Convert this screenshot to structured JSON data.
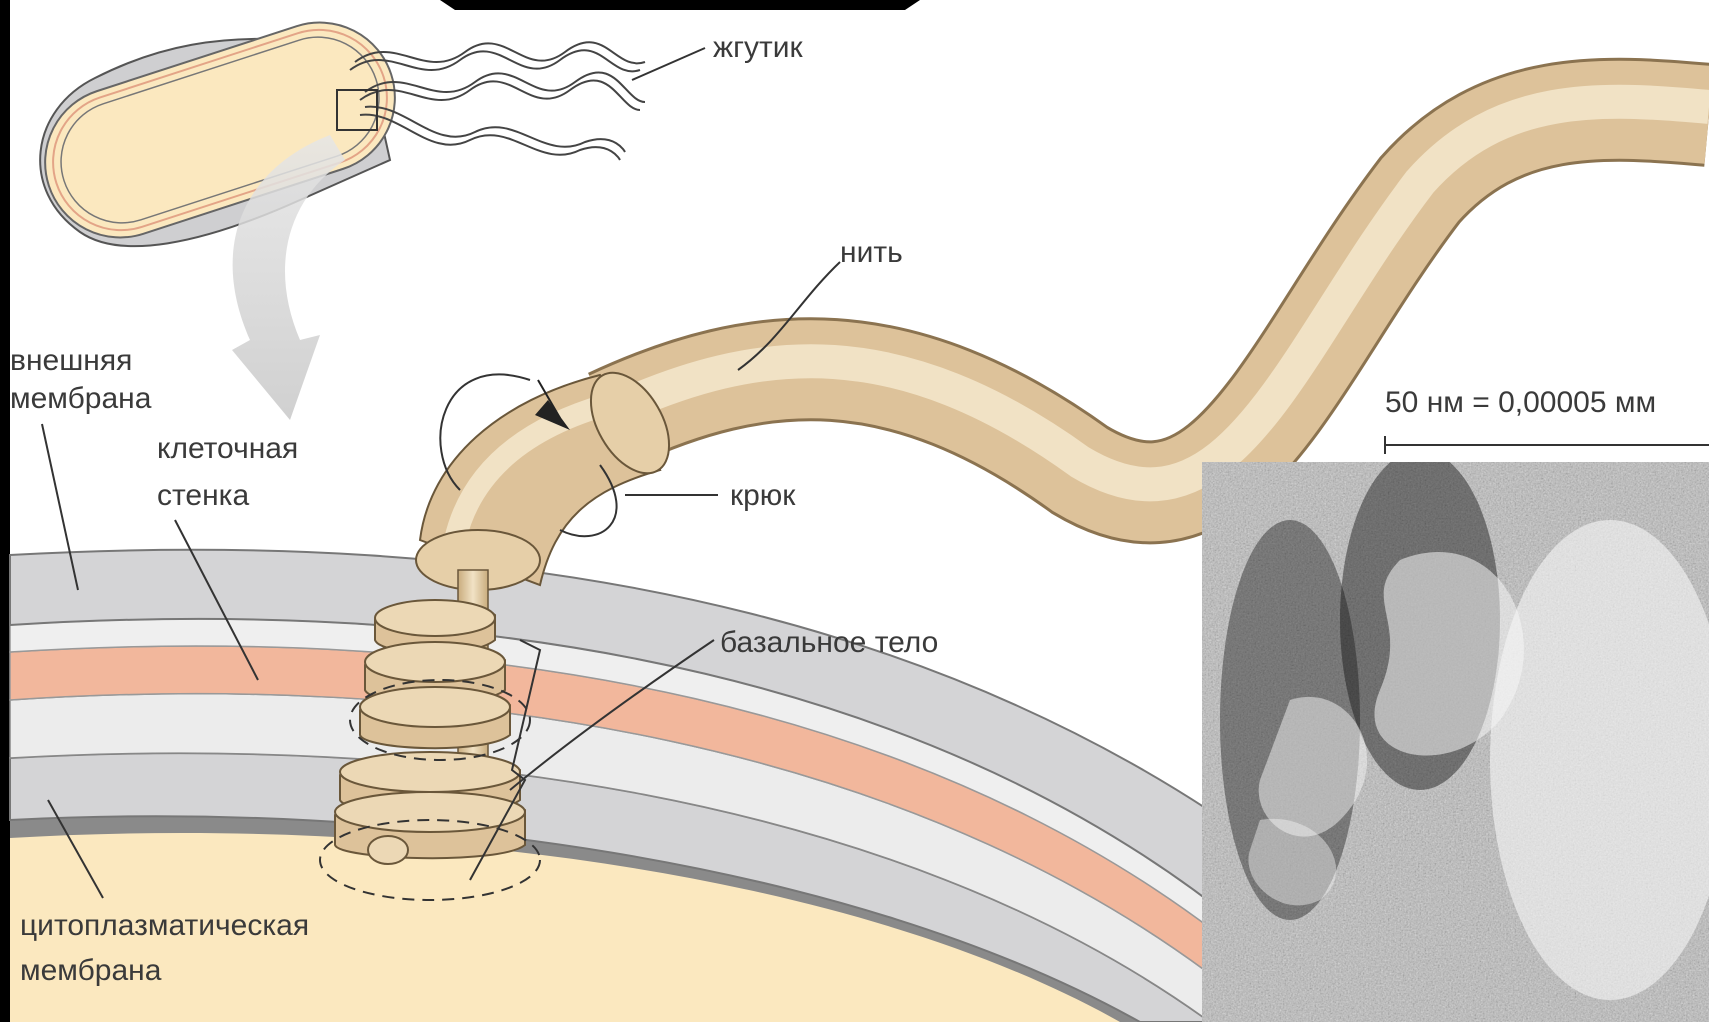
{
  "labels": {
    "flagellum": "жгутик",
    "filament": "нить",
    "hook": "крюк",
    "basal_body": "базальное тело",
    "outer_membrane_line1": "внешняя",
    "outer_membrane_line2": "мембрана",
    "cell_wall_line1": "клеточная",
    "cell_wall_line2": "стенка",
    "cytoplasmic_membrane_line1": "цитоплазматическая",
    "cytoplasmic_membrane_line2": "мембрана"
  },
  "scale_bar": {
    "label": "50 нм = 0,00005 мм"
  },
  "colors": {
    "background": "#000000",
    "panel": "#ffffff",
    "cytoplasm": "#fbe8bf",
    "membrane_gray": "#d4d4d6",
    "membrane_light": "#ececec",
    "cell_wall_peach": "#f2b79c",
    "flagellum_tan": "#ddc29a",
    "flagellum_highlight": "#f1e2c5",
    "flagellum_shadow": "#b89a6c"
  }
}
